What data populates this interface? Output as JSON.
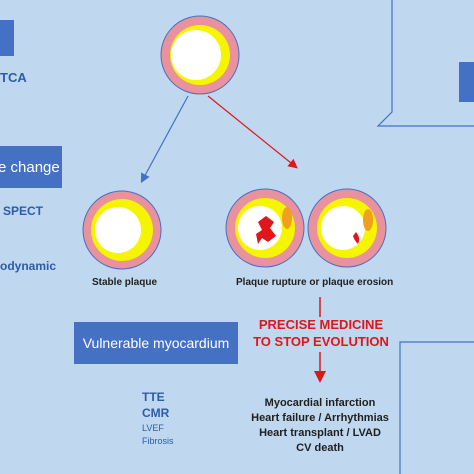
{
  "left_panel": {
    "ptca": "TCA",
    "change_box": "e change",
    "spect": "SPECT",
    "hemodynamic": "odynamic"
  },
  "plaques": {
    "stable_label": "Stable plaque",
    "rupture_label": "Plaque rupture or plaque erosion"
  },
  "vulnerable_box": "Vulnerable myocardium",
  "precise": {
    "line1": "PRECISE MEDICINE",
    "line2": "TO STOP EVOLUTION"
  },
  "imaging": {
    "tte": "TTE",
    "cmr": "CMR",
    "lvef": "LVEF",
    "fibrosis": "Fibrosis"
  },
  "outcomes": [
    "Myocardial infarction",
    "Heart failure / Arrhythmias",
    "Heart transplant / LVAD",
    "CV death"
  ],
  "colors": {
    "background": "#bfd7ef",
    "box_blue": "#4471c4",
    "red": "#e0161b",
    "vessel_pink": "#e9919c",
    "plaque_yellow": "#f5f500"
  }
}
